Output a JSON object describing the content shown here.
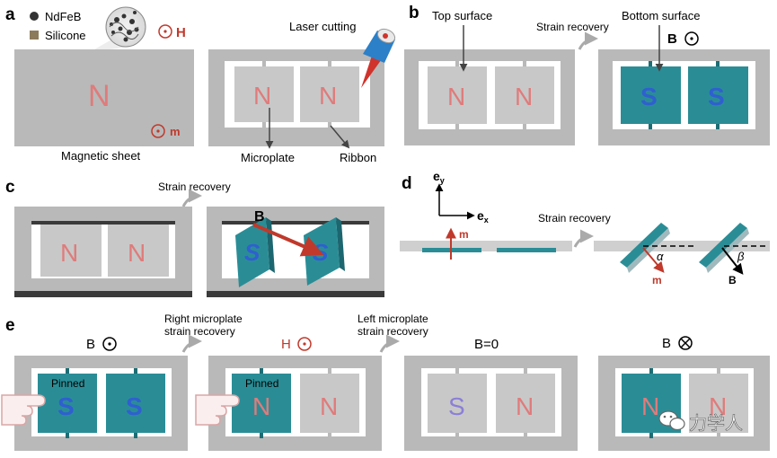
{
  "panel_labels": {
    "a": "a",
    "b": "b",
    "c": "c",
    "d": "d",
    "e": "e"
  },
  "panel_a": {
    "legend_ndfeb": "NdFeB",
    "legend_silicone": "Silicone",
    "H": "H",
    "m": "m",
    "pole_N": "N",
    "sheet_caption": "Magnetic sheet",
    "laser_cutting": "Laser cutting",
    "microplate": "Microplate",
    "ribbon": "Ribbon"
  },
  "panel_b": {
    "top_surface": "Top surface",
    "bottom_surface": "Bottom surface",
    "strain_recovery": "Strain recovery",
    "B": "B",
    "pole_N": "N",
    "pole_S": "S"
  },
  "panel_c": {
    "strain_recovery": "Strain recovery",
    "B": "B",
    "pole_N": "N",
    "pole_S": "S"
  },
  "panel_d": {
    "ey": "e",
    "ey_sub": "y",
    "ex": "e",
    "ex_sub": "x",
    "strain_recovery": "Strain recovery",
    "m": "m",
    "alpha": "α",
    "beta": "β",
    "B": "B"
  },
  "panel_e": {
    "B_label": "B",
    "H_label": "H",
    "B_zero": "B=0",
    "right_recovery_1": "Right microplate",
    "right_recovery_2": "strain recovery",
    "left_recovery_1": "Left microplate",
    "left_recovery_2": "strain recovery",
    "pinned": "Pinned",
    "pole_N": "N",
    "pole_S": "S"
  },
  "watermark": "力学人",
  "colors": {
    "frame": "#b9b9b9",
    "plate": "#c8c8c8",
    "teal": "#2a8d96",
    "red_text": "#e07b7b",
    "blue_text": "#2f5fd0",
    "dark_red": "#c0392b",
    "arrow_gray": "#aaaaaa"
  }
}
